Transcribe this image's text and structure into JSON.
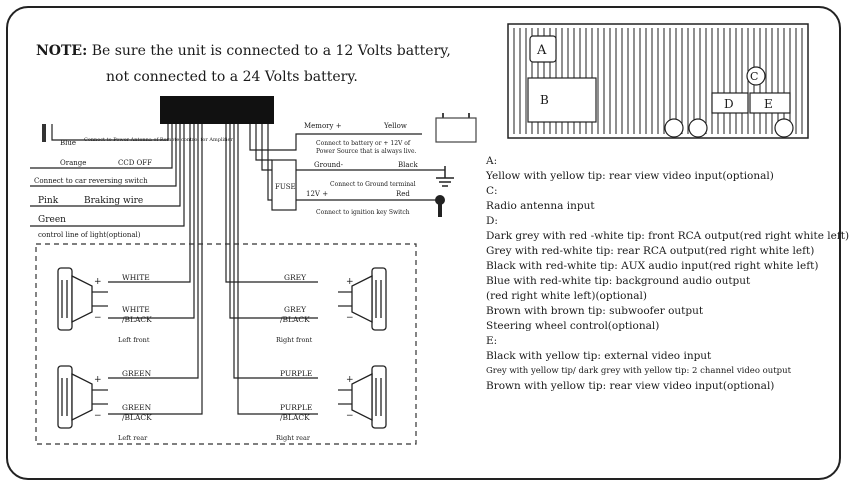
{
  "note": {
    "prefix": "NOTE:",
    "line1": "Be sure the unit is connected to a 12 Volts battery,",
    "line2": "not connected to a 24 Volts battery."
  },
  "wires": {
    "blue": "Blue",
    "blue_desc": "Connect to Power Antenna of Remote control for Amplifier",
    "orange": "Orange",
    "ccd": "CCD OFF",
    "reversing": "Connect to car reversing switch",
    "pink": "Pink",
    "braking": "Braking wire",
    "green": "Green",
    "control": "control line of light(optional)",
    "memory": "Memory +",
    "yellow": "Yellow",
    "memory_desc1": "Connect to battery or + 12V of",
    "memory_desc2": "Power Source that is always live.",
    "ground": "Ground-",
    "black": "Black",
    "ground_desc": "Connect to Ground terminal",
    "v12": "12V +",
    "red": "Red",
    "ignition": "Connect to ignition key Switch",
    "fuse": "FUSE"
  },
  "speakers": {
    "white": "WHITE",
    "white_black_1": "WHITE",
    "white_black_2": "/BLACK",
    "left_front": "Left front",
    "grey": "GREY",
    "grey_black_1": "GREY",
    "grey_black_2": "/BLACK",
    "right_front": "Right front",
    "green": "GREEN",
    "green_black_1": "GREEN",
    "green_black_2": "/BLACK",
    "left_rear": "Left rear",
    "purple": "PURPLE",
    "purple_black_1": "PURPLE",
    "purple_black_2": "/BLACK",
    "right_rear": "Right rear",
    "plus": "+",
    "minus": "−"
  },
  "connector": {
    "a": "A",
    "b": "B",
    "c": "C",
    "d": "D",
    "e": "E"
  },
  "legend": {
    "a_head": "A:",
    "a1": "Yellow with yellow tip:  rear view video input(optional)",
    "c_head": "C:",
    "c1": "Radio antenna input",
    "d_head": "D:",
    "d1": "Dark  grey with red -white tip: front RCA output(red right white left)",
    "d2": "Grey with red-white tip: rear RCA output(red right white left)",
    "d3": "Black with red-white tip: AUX audio input(red right white left)",
    "d4": "Blue with red-white tip: background audio output",
    "d5": "(red right white left)(optional)",
    "d6": "Brown with brown tip: subwoofer output",
    "d7": "Steering wheel control(optional)",
    "e_head": "E:",
    "e1": "Black with yellow tip: external video input",
    "e2": "Grey with yellow tip/ dark grey with yellow tip: 2 channel video output",
    "e3": "Brown with yellow tip:  rear view video input(optional)"
  }
}
